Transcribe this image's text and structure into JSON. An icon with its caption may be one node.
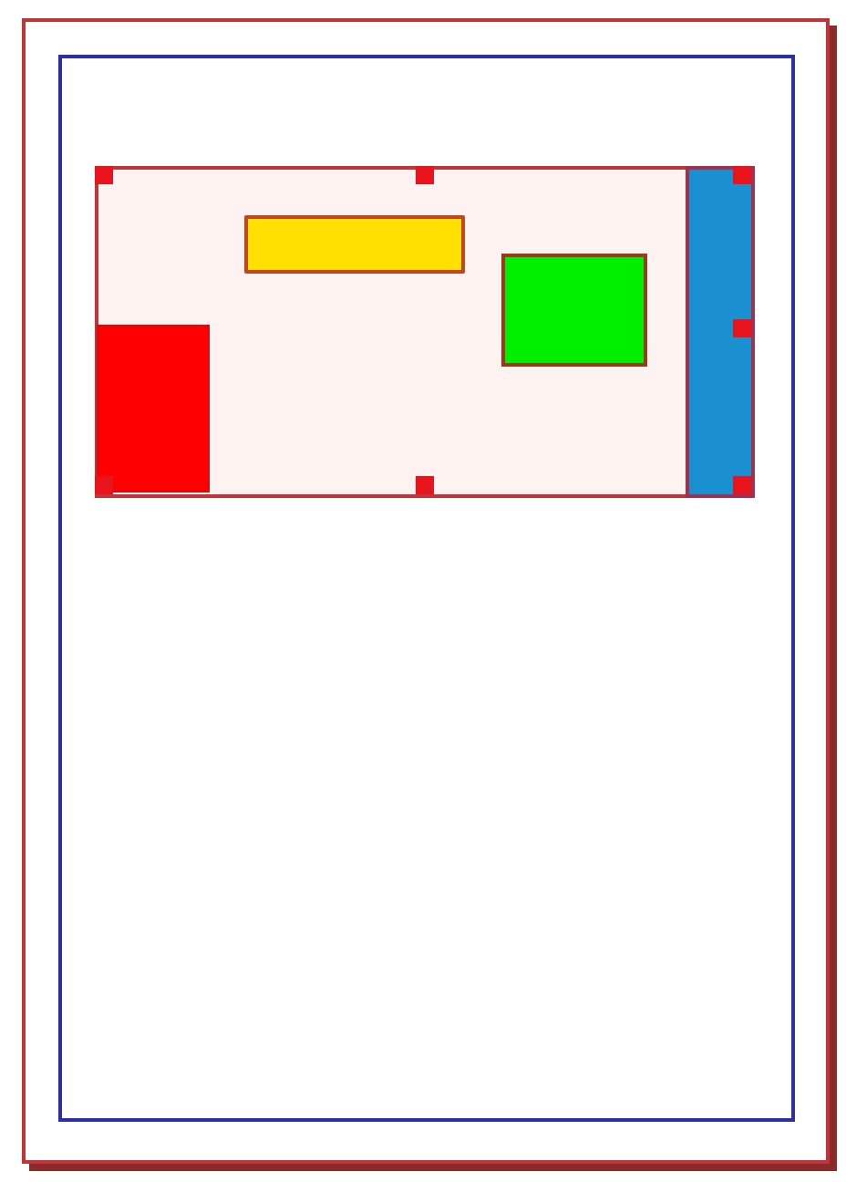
{
  "diagram": {
    "nodes": [
      {
        "text": [],
        "shape": "box"
      },
      {
        "text": [],
        "shape": "box",
        "in": 0
      },
      {
        "text": [],
        "shape": "box",
        "in": 1
      },
      {
        "text": [],
        "shape": "box",
        "in": 2
      },
      {
        "text": [],
        "shape": "bar",
        "in": 2
      },
      {
        "text": [],
        "shape": "box",
        "in": 2
      },
      {
        "text": [],
        "shape": "bar",
        "in": 2
      }
    ]
  }
}
